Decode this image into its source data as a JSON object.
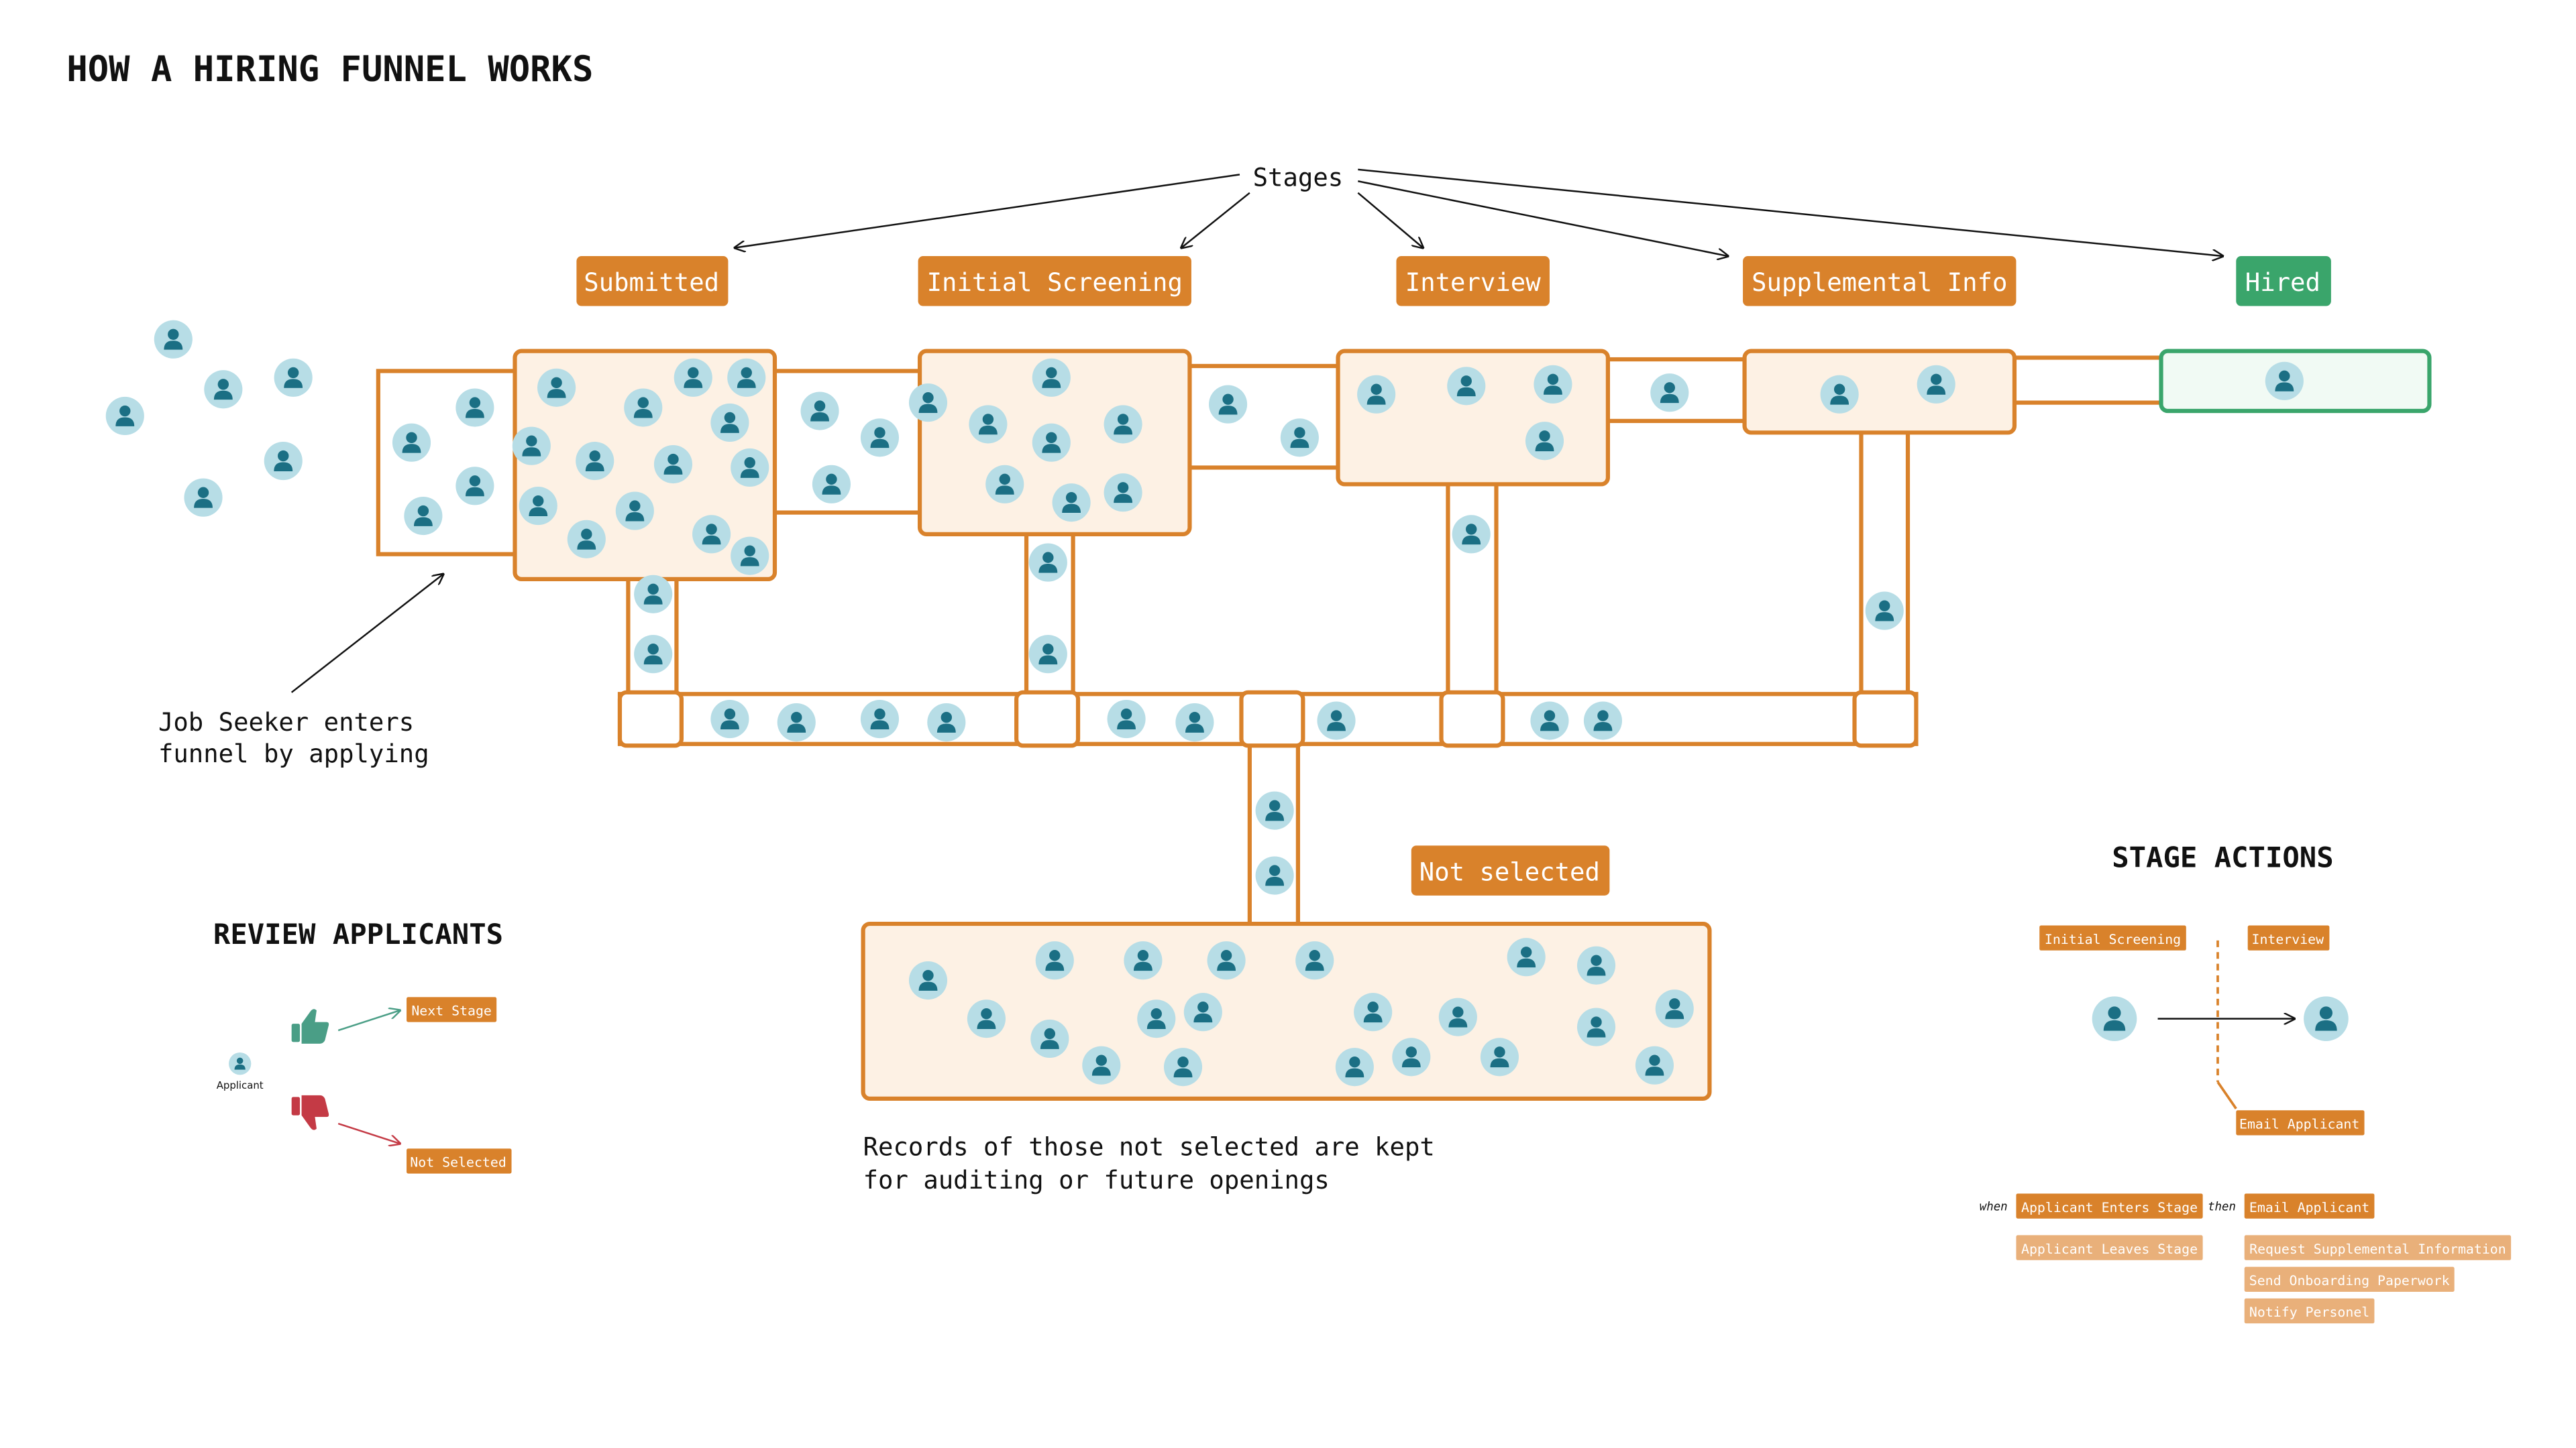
{
  "title": "HOW A HIRING FUNNEL WORKS",
  "stages_label": "Stages",
  "stages": [
    {
      "label": "Submitted",
      "color": "#d9822b"
    },
    {
      "label": "Initial Screening",
      "color": "#d9822b"
    },
    {
      "label": "Interview",
      "color": "#d9822b"
    },
    {
      "label": "Supplemental Info",
      "color": "#d9822b"
    },
    {
      "label": "Hired",
      "color": "#3aa56b"
    }
  ],
  "job_seeker_note": {
    "line1": "Job Seeker enters",
    "line2": "funnel by applying"
  },
  "not_selected_label": "Not selected",
  "records_note": {
    "line1": "Records of those not selected are kept",
    "line2": "for auditing or future openings"
  },
  "review": {
    "title": "REVIEW APPLICANTS",
    "applicant_label": "Applicant",
    "next_stage": "Next Stage",
    "not_selected": "Not Selected"
  },
  "stage_actions": {
    "title": "STAGE ACTIONS",
    "from_stage": "Initial Screening",
    "to_stage": "Interview",
    "action": "Email Applicant",
    "when_label": "when",
    "then_label": "then",
    "triggers": [
      "Applicant Enters Stage",
      "Applicant Leaves Stage"
    ],
    "actions": [
      "Email Applicant",
      "Request Supplemental Information",
      "Send Onboarding Paperwork",
      "Notify Personel"
    ]
  },
  "colors": {
    "orange": "#d9822b",
    "orange_light": "#e9b07a",
    "box_fill": "#fdf1e4",
    "green": "#3aa56b",
    "green_fill": "#f1faf4",
    "person_bg": "#b7dde6",
    "person_fg": "#1b6f84",
    "thumb_up": "#4a9e86",
    "thumb_down": "#c43a45",
    "text": "#111111"
  }
}
